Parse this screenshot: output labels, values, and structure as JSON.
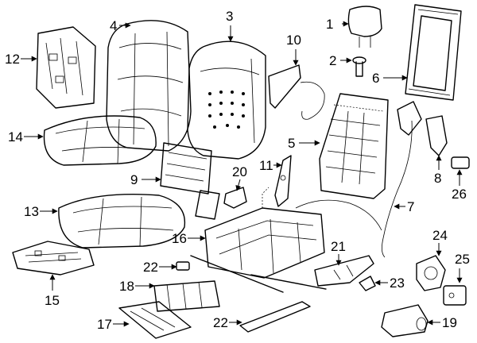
{
  "callouts": [
    {
      "number": "1"
    },
    {
      "number": "2"
    },
    {
      "number": "3"
    },
    {
      "number": "4"
    },
    {
      "number": "5"
    },
    {
      "number": "6"
    },
    {
      "number": "7"
    },
    {
      "number": "8"
    },
    {
      "number": "9"
    },
    {
      "number": "10"
    },
    {
      "number": "11"
    },
    {
      "number": "12"
    },
    {
      "number": "13"
    },
    {
      "number": "14"
    },
    {
      "number": "15"
    },
    {
      "number": "16"
    },
    {
      "number": "17"
    },
    {
      "number": "18"
    },
    {
      "number": "19"
    },
    {
      "number": "20"
    },
    {
      "number": "21"
    },
    {
      "number": "22"
    },
    {
      "number": "22"
    },
    {
      "number": "23"
    },
    {
      "number": "24"
    },
    {
      "number": "25"
    },
    {
      "number": "26"
    }
  ]
}
